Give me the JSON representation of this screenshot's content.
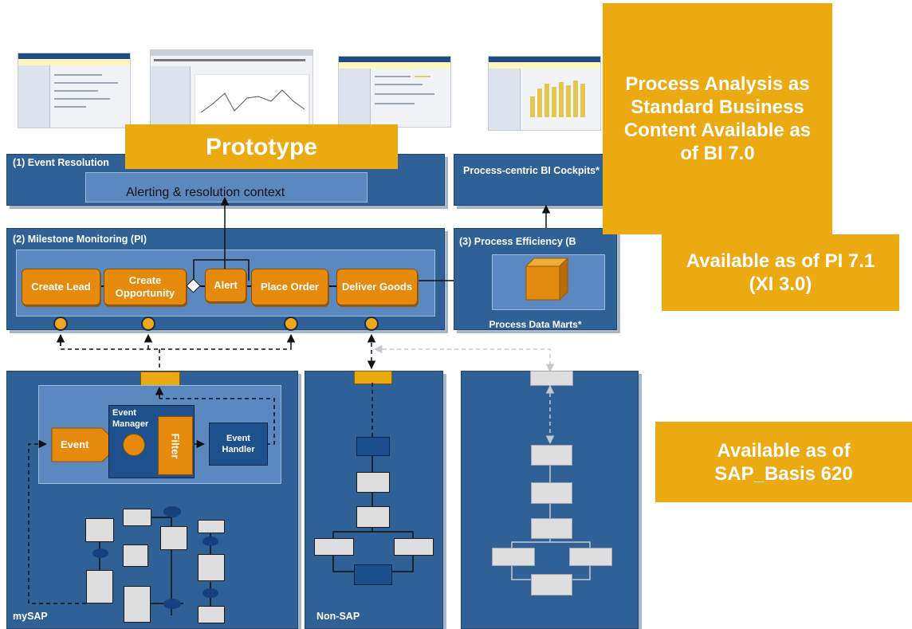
{
  "prototype_label": "Prototype",
  "badges": {
    "bi": "Process Analysis as Standard Business Content Available as of BI 7.0",
    "pi": "Available as of PI 7.1 (XI 3.0)",
    "basis": "Available as of SAP_Basis 620"
  },
  "panels": {
    "event_resolution": {
      "title": "(1) Event Resolution",
      "inner_text": "Alerting & resolution context"
    },
    "bi_cockpits": {
      "title": "Process-centric BI Cockpits*"
    },
    "milestone_monitoring": {
      "title": "(2) Milestone Monitoring (PI)",
      "steps": [
        "Create Lead",
        "Create Opportunity",
        "Alert",
        "Place Order",
        "Deliver Goods"
      ]
    },
    "process_efficiency": {
      "title": "(3) Process Efficiency (B",
      "footer": "Process Data Marts*"
    },
    "mysap": {
      "label": "mySAP",
      "event_label": "Event",
      "event_manager_label": "Event Manager",
      "filter_label": "Filter",
      "event_handler_label": "Event Handler"
    },
    "non_sap": {
      "label": "Non-SAP"
    }
  },
  "colors": {
    "panel_blue": "#2f6096",
    "inner_blue": "#5b89bf",
    "orange_step": "#e58a0c",
    "badge_gold": "#eba912"
  },
  "icons": [
    "cube-icon",
    "diamond-gateway-icon",
    "arrow-icon",
    "connector-dot-icon"
  ]
}
